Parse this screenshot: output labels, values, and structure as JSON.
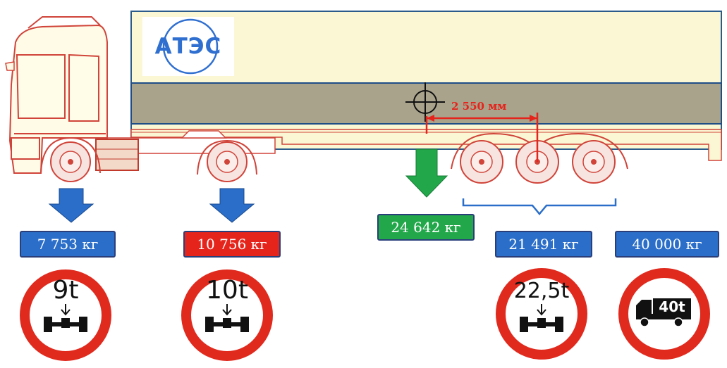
{
  "logo": {
    "text": "АТЭС"
  },
  "distance": {
    "label": "2 550 мм"
  },
  "loads": {
    "front_axle": {
      "value": "7 753 кг",
      "color": "#2a6ec9"
    },
    "drive_axle": {
      "value": "10 756 кг",
      "color": "#e5241c"
    },
    "center_of_mass": {
      "value": "24 642 кг",
      "color": "#22a84a"
    },
    "trailer_axles": {
      "value": "21 491 кг",
      "color": "#2a6ec9"
    },
    "total": {
      "value": "40 000 кг",
      "color": "#2a6ec9"
    }
  },
  "signs": {
    "front_axle": {
      "limit": "9t",
      "icon": "axle-load-icon"
    },
    "drive_axle": {
      "limit": "10t",
      "icon": "axle-load-icon"
    },
    "trailer_axles": {
      "limit": "22,5t",
      "icon": "axle-load-icon"
    },
    "total": {
      "limit": "40t",
      "icon": "truck-icon"
    }
  },
  "colors": {
    "trailer_body": "#fbf7d4",
    "cargo_band": "#a9a38c",
    "outline": "#d0443a",
    "arrow_blue": "#2a6ec9",
    "arrow_green": "#22a84a",
    "sign_ring": "#e02a1e"
  }
}
